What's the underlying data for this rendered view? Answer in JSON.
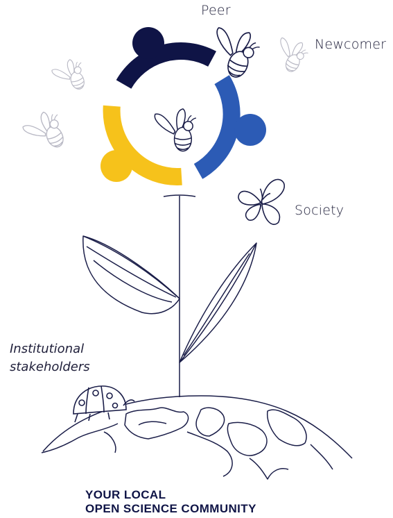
{
  "labels": {
    "peer": "Peer",
    "newcomer": "Newcomer",
    "society": "Society",
    "institutional_line1": "Institutional",
    "institutional_line2": "stakeholders"
  },
  "title": {
    "line1": "YOUR LOCAL",
    "line2": "OPEN SCIENCE COMMUNITY"
  },
  "colors": {
    "navy": "#0f1446",
    "blue": "#2c5bb5",
    "yellow": "#f6c21b",
    "line": "#1a1d48",
    "faded": "#b8b8c4"
  },
  "icons": [
    "bee-icon",
    "butterfly-icon",
    "ladybug-icon",
    "flower-icon",
    "globe-icon"
  ]
}
